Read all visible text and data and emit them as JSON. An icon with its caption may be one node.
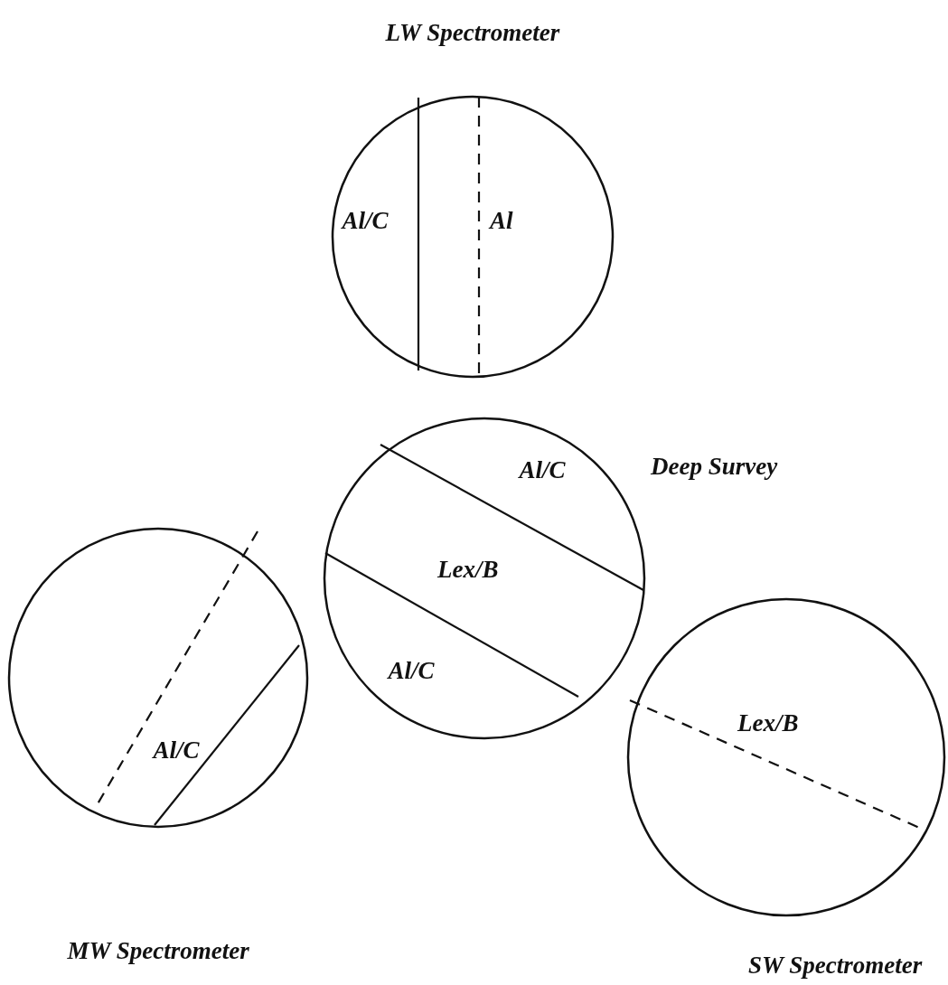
{
  "diagram": {
    "nodes": [
      {
        "text": [
          "Al/C",
          "Al"
        ],
        "beside": [
          "LW Spectrometer"
        ]
      },
      {
        "text": [
          "Al/C",
          "Lex/B",
          "Al/C"
        ],
        "beside": [
          "Deep Survey"
        ]
      },
      {
        "text": [
          "Al/C"
        ]
      },
      {
        "text": [
          "Lex/B"
        ],
        "beside": [
          "SW Spectrometer"
        ]
      }
    ],
    "edges": [],
    "labels": [
      "MW Spectrometer"
    ]
  }
}
